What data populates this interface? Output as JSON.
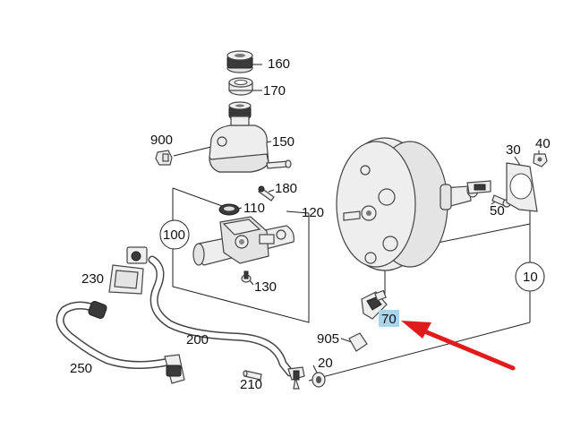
{
  "callouts": [
    {
      "id": "160",
      "label": "160"
    },
    {
      "id": "170",
      "label": "170"
    },
    {
      "id": "900",
      "label": "900"
    },
    {
      "id": "150",
      "label": "150"
    },
    {
      "id": "180",
      "label": "180"
    },
    {
      "id": "110",
      "label": "110"
    },
    {
      "id": "120",
      "label": "120"
    },
    {
      "id": "100",
      "label": "100"
    },
    {
      "id": "230",
      "label": "230"
    },
    {
      "id": "130",
      "label": "130"
    },
    {
      "id": "200",
      "label": "200"
    },
    {
      "id": "250",
      "label": "250"
    },
    {
      "id": "210",
      "label": "210"
    },
    {
      "id": "20",
      "label": "20"
    },
    {
      "id": "905",
      "label": "905"
    },
    {
      "id": "70",
      "label": "70"
    },
    {
      "id": "10",
      "label": "10"
    },
    {
      "id": "50",
      "label": "50"
    },
    {
      "id": "30",
      "label": "30"
    },
    {
      "id": "40",
      "label": "40"
    }
  ],
  "highlight": {
    "callout": "70",
    "color": "#a8d4ec"
  },
  "arrow": {
    "color": "#e01b1b"
  }
}
